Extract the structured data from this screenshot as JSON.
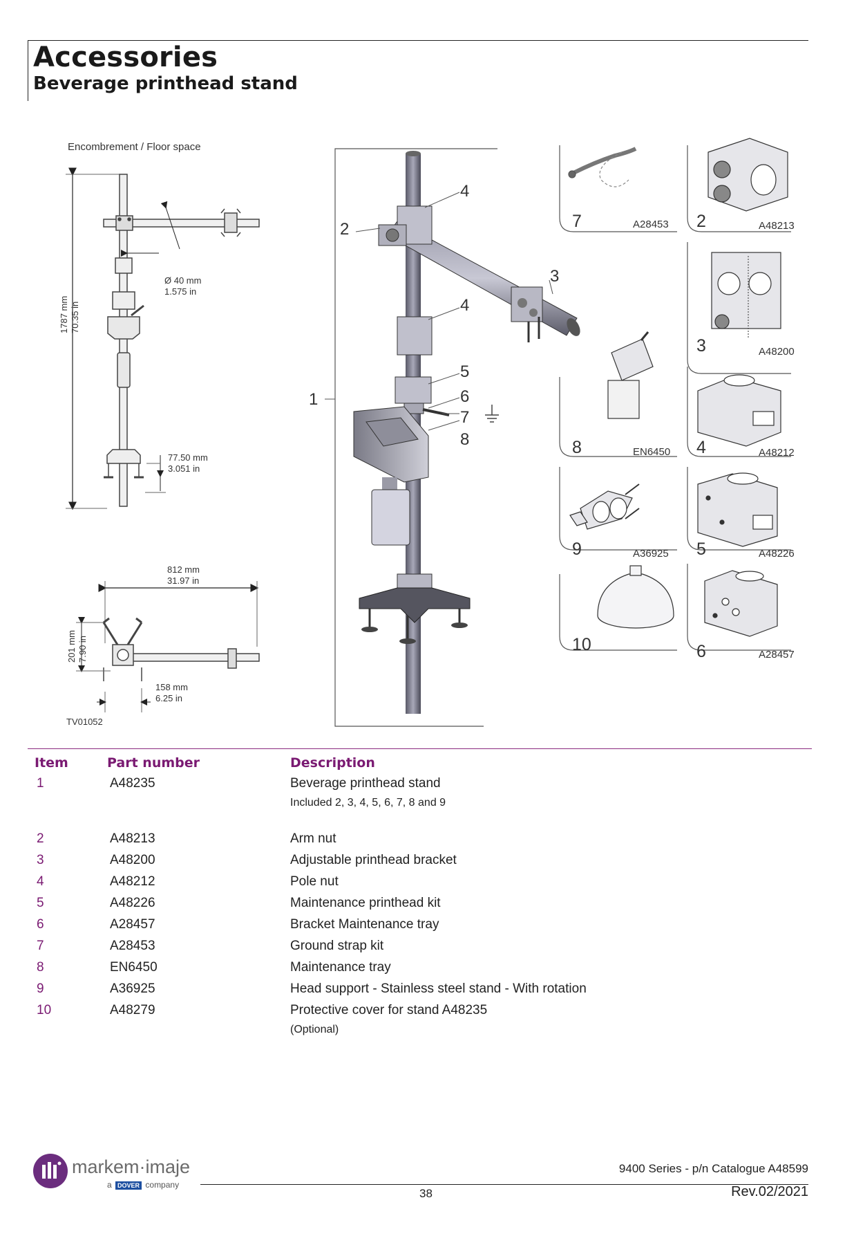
{
  "header": {
    "title": "Accessories",
    "subtitle": "Beverage printhead stand"
  },
  "figure": {
    "floor_space_label": "Encombrement / Floor space",
    "dim_diameter_mm": "Ø 40 mm",
    "dim_diameter_in": "1.575 in",
    "dim_height_mm": "1787 mm",
    "dim_height_in": "70.35 in",
    "dim_foot_mm": "77.50 mm",
    "dim_foot_in": "3.051 in",
    "dim_width_mm": "812 mm",
    "dim_width_in": "31.97 in",
    "dim_depth_mm": "201 mm",
    "dim_depth_in": "7.90 in",
    "dim_offset_mm": "158 mm",
    "dim_offset_in": "6.25 in",
    "drawing_ref": "TV01052",
    "callouts": [
      "4",
      "2",
      "3",
      "4",
      "5",
      "6",
      "7",
      "8",
      "1"
    ],
    "panels": [
      {
        "num": "7",
        "part": "A28453"
      },
      {
        "num": "2",
        "part": "A48213"
      },
      {
        "num": "3",
        "part": "A48200"
      },
      {
        "num": "8",
        "part": "EN6450"
      },
      {
        "num": "4",
        "part": "A48212"
      },
      {
        "num": "9",
        "part": "A36925"
      },
      {
        "num": "5",
        "part": "A48226"
      },
      {
        "num": "10",
        "part": ""
      },
      {
        "num": "6",
        "part": "A28457"
      }
    ]
  },
  "table": {
    "headers": {
      "item": "Item",
      "part": "Part number",
      "desc": "Description"
    },
    "rows": [
      {
        "item": "1",
        "part": "A48235",
        "desc": "Beverage printhead stand",
        "note": "Included 2, 3, 4, 5, 6, 7, 8 and 9"
      },
      {
        "item": "2",
        "part": "A48213",
        "desc": "Arm nut"
      },
      {
        "item": "3",
        "part": "A48200",
        "desc": "Adjustable printhead bracket"
      },
      {
        "item": "4",
        "part": "A48212",
        "desc": "Pole nut"
      },
      {
        "item": "5",
        "part": "A48226",
        "desc": "Maintenance printhead kit"
      },
      {
        "item": "6",
        "part": "A28457",
        "desc": "Bracket Maintenance tray"
      },
      {
        "item": "7",
        "part": "A28453",
        "desc": "Ground strap kit"
      },
      {
        "item": "8",
        "part": "EN6450",
        "desc": "Maintenance tray"
      },
      {
        "item": "9",
        "part": "A36925",
        "desc": "Head support - Stainless steel stand - With rotation"
      },
      {
        "item": "10",
        "part": "A48279",
        "desc": "Protective cover for stand A48235",
        "note": "(Optional)"
      }
    ]
  },
  "footer": {
    "brand": "markem·imaje",
    "tag_prefix": "a",
    "tag_badge": "DOVER",
    "tag_suffix": "company",
    "series": "9400 Series - p/n Catalogue A48599",
    "page": "38",
    "revision": "Rev.02/2021"
  }
}
